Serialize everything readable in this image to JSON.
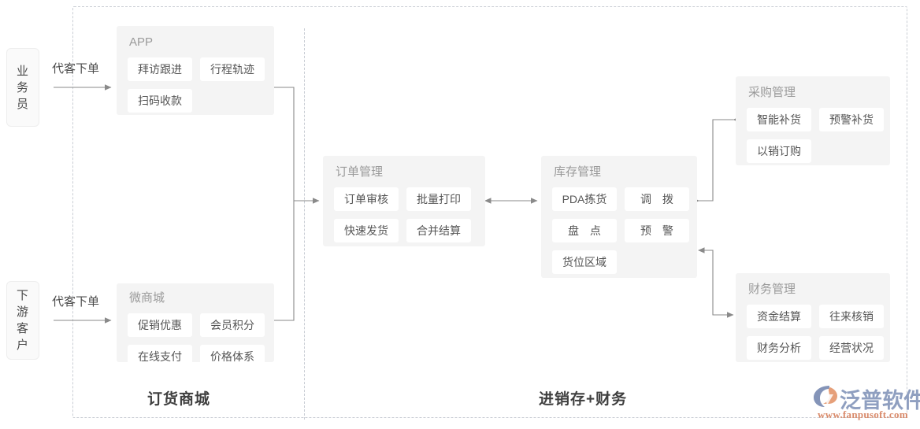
{
  "diagram": {
    "actors": [
      {
        "name": "salesperson",
        "chars": [
          "业",
          "务",
          "员"
        ],
        "flow_label": "代客下单"
      },
      {
        "name": "downstream-customer",
        "chars": [
          "下",
          "游",
          "客",
          "户"
        ],
        "flow_label": "代客下单"
      }
    ],
    "panels": {
      "app": {
        "title": "APP",
        "rows": [
          [
            "拜访跟进",
            "行程轨迹"
          ],
          [
            "扫码收款"
          ]
        ]
      },
      "micro_mall": {
        "title": "微商城",
        "rows": [
          [
            "促销优惠",
            "会员积分"
          ],
          [
            "在线支付",
            "价格体系"
          ]
        ]
      },
      "order_management": {
        "title": "订单管理",
        "rows": [
          [
            "订单审核",
            "批量打印"
          ],
          [
            "快速发货",
            "合并结算"
          ]
        ]
      },
      "inventory_management": {
        "title": "库存管理",
        "rows": [
          [
            "PDA拣货",
            "调 拨"
          ],
          [
            "盘 点",
            "预 警"
          ],
          [
            "货位区域"
          ]
        ]
      },
      "purchase_management": {
        "title": "采购管理",
        "rows": [
          [
            "智能补货",
            "预警补货"
          ],
          [
            "以销订购"
          ]
        ]
      },
      "finance_management": {
        "title": "财务管理",
        "rows": [
          [
            "资金结算",
            "往来核销"
          ],
          [
            "财务分析",
            "经营状况"
          ]
        ]
      }
    },
    "zones": [
      {
        "name": "ordering-mall",
        "caption": "订货商城"
      },
      {
        "name": "erp-finance",
        "caption": "进销存+财务"
      }
    ],
    "brand": {
      "name": "泛普软件",
      "url": "www.fanpusoft.com",
      "mark": "fanpu-swoosh-logo",
      "colors": {
        "name": "#8f9fc0",
        "url": "#d98a6a",
        "mark_blue": "#8494b8",
        "mark_orange": "#e6a07a"
      }
    },
    "colors": {
      "panel_bg": "#f4f4f4",
      "chip_bg": "#ffffff",
      "dashed_border": "#c9cdd4",
      "connector": "#8a8a8a",
      "title_text": "#9a9a9a",
      "chip_text": "#555555",
      "caption_text": "#3f3f3f"
    }
  }
}
